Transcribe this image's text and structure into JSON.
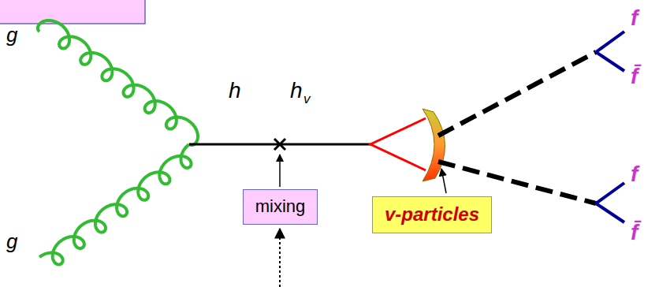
{
  "diagram": {
    "nodes": [
      {
        "text": [
          "mixing"
        ]
      },
      {
        "text": [
          "v-particles"
        ]
      }
    ],
    "labels": [
      "g",
      "g",
      "h",
      "h",
      "v",
      "f",
      "f̄",
      "f",
      "f̄"
    ]
  }
}
